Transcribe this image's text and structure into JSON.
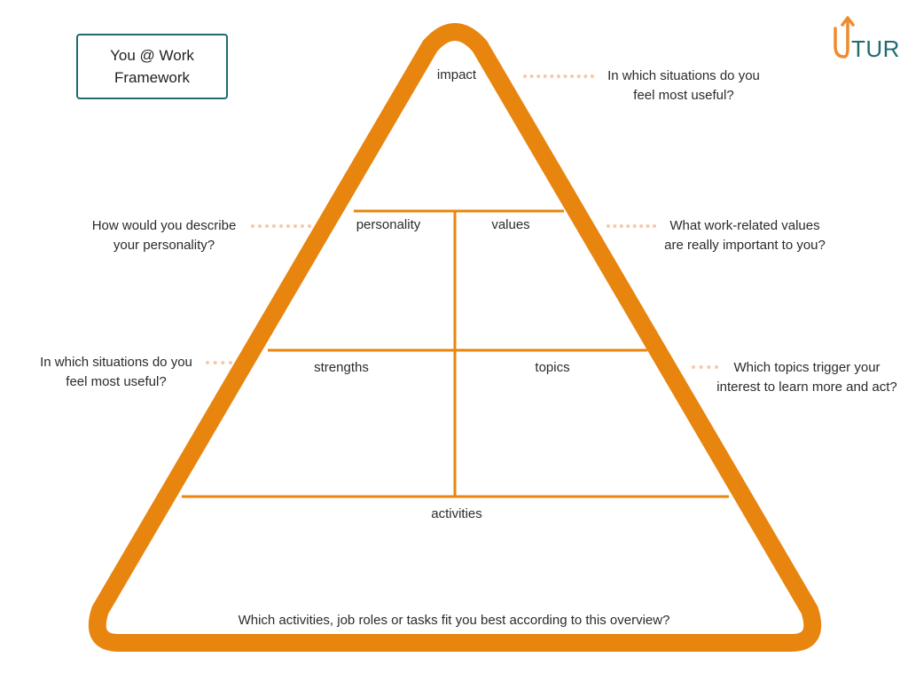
{
  "title": {
    "line1": "You @ Work",
    "line2": "Framework"
  },
  "logo": {
    "text": "TURN",
    "accent_color": "#f08a2e",
    "text_color": "#1f6b70"
  },
  "colors": {
    "pyramid": "#e8850f",
    "border": "#1f6b70",
    "dots": "#f6c39f"
  },
  "sections": {
    "impact": "impact",
    "personality": "personality",
    "values": "values",
    "strengths": "strengths",
    "topics": "topics",
    "activities": "activities"
  },
  "questions": {
    "impact": {
      "line1": "In which situations do you",
      "line2": "feel most useful?"
    },
    "personality": {
      "line1": "How would you describe",
      "line2": "your personality?"
    },
    "values": {
      "line1": "What work-related values",
      "line2": "are really important to you?"
    },
    "strengths": {
      "line1": "In which situations do you",
      "line2": "feel most useful?"
    },
    "topics": {
      "line1": "Which topics trigger your",
      "line2": "interest to learn more and act?"
    },
    "activities": "Which activities, job roles or tasks fit you best according to this overview?"
  }
}
